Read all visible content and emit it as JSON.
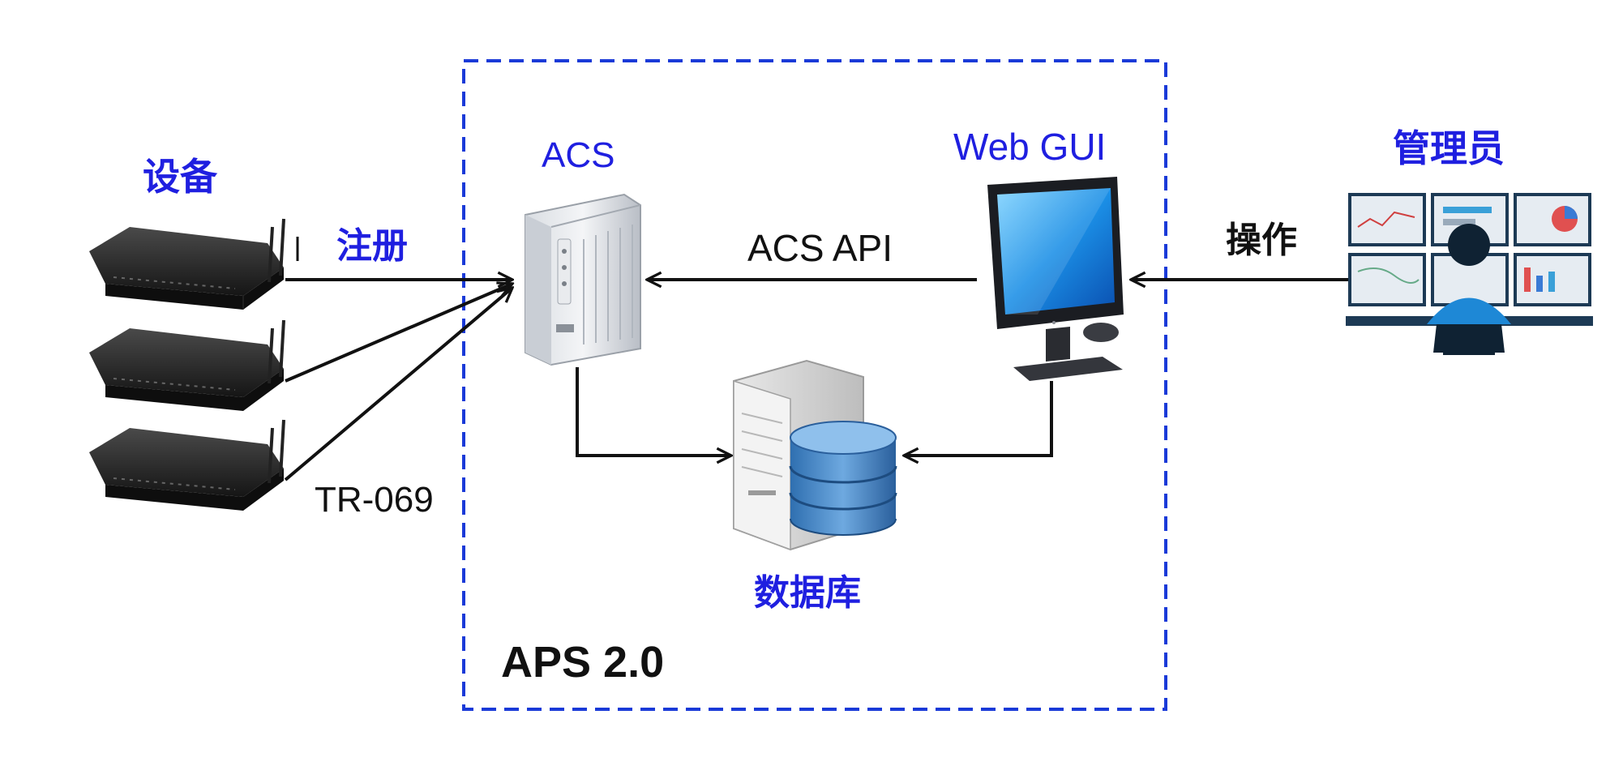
{
  "labels": {
    "devices": "设备",
    "register": "注册",
    "tr069": "TR-069",
    "acs": "ACS",
    "acs_api": "ACS API",
    "web_gui": "Web GUI",
    "admin": "管理员",
    "operate": "操作",
    "database": "数据库",
    "system": "APS 2.0"
  },
  "colors": {
    "accent_blue": "#1f1fe0",
    "boundary_blue": "#1a3ad8",
    "arrow": "#111111"
  },
  "icons": {
    "devices": [
      "router-icon",
      "router-icon",
      "router-icon"
    ],
    "acs": "acs-server-icon",
    "web_gui": "monitor-icon",
    "database": "database-server-icon",
    "admin": "admin-workstation-icon"
  }
}
